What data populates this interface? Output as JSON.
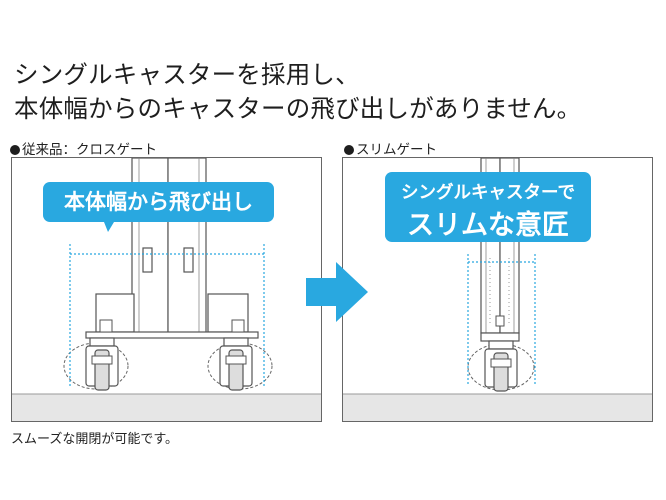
{
  "headline": {
    "line1": "シングルキャスターを採用し、",
    "line2": "本体幅からのキャスターの飛び出しがありません。"
  },
  "panels": {
    "left": {
      "label": "従来品：クロスゲート",
      "callout": "本体幅から飛び出し"
    },
    "right": {
      "label": "スリムゲート",
      "callout_line1": "シングルキャスターで",
      "callout_line2": "スリムな意匠"
    }
  },
  "footnote": "スムーズな開閉が可能です。",
  "colors": {
    "accent_blue": "#29a8e0",
    "floor_gray": "#e6e6e6",
    "line_gray": "#555555"
  },
  "icons": {
    "bullet": "filled-circle",
    "transition": "right-arrow"
  }
}
